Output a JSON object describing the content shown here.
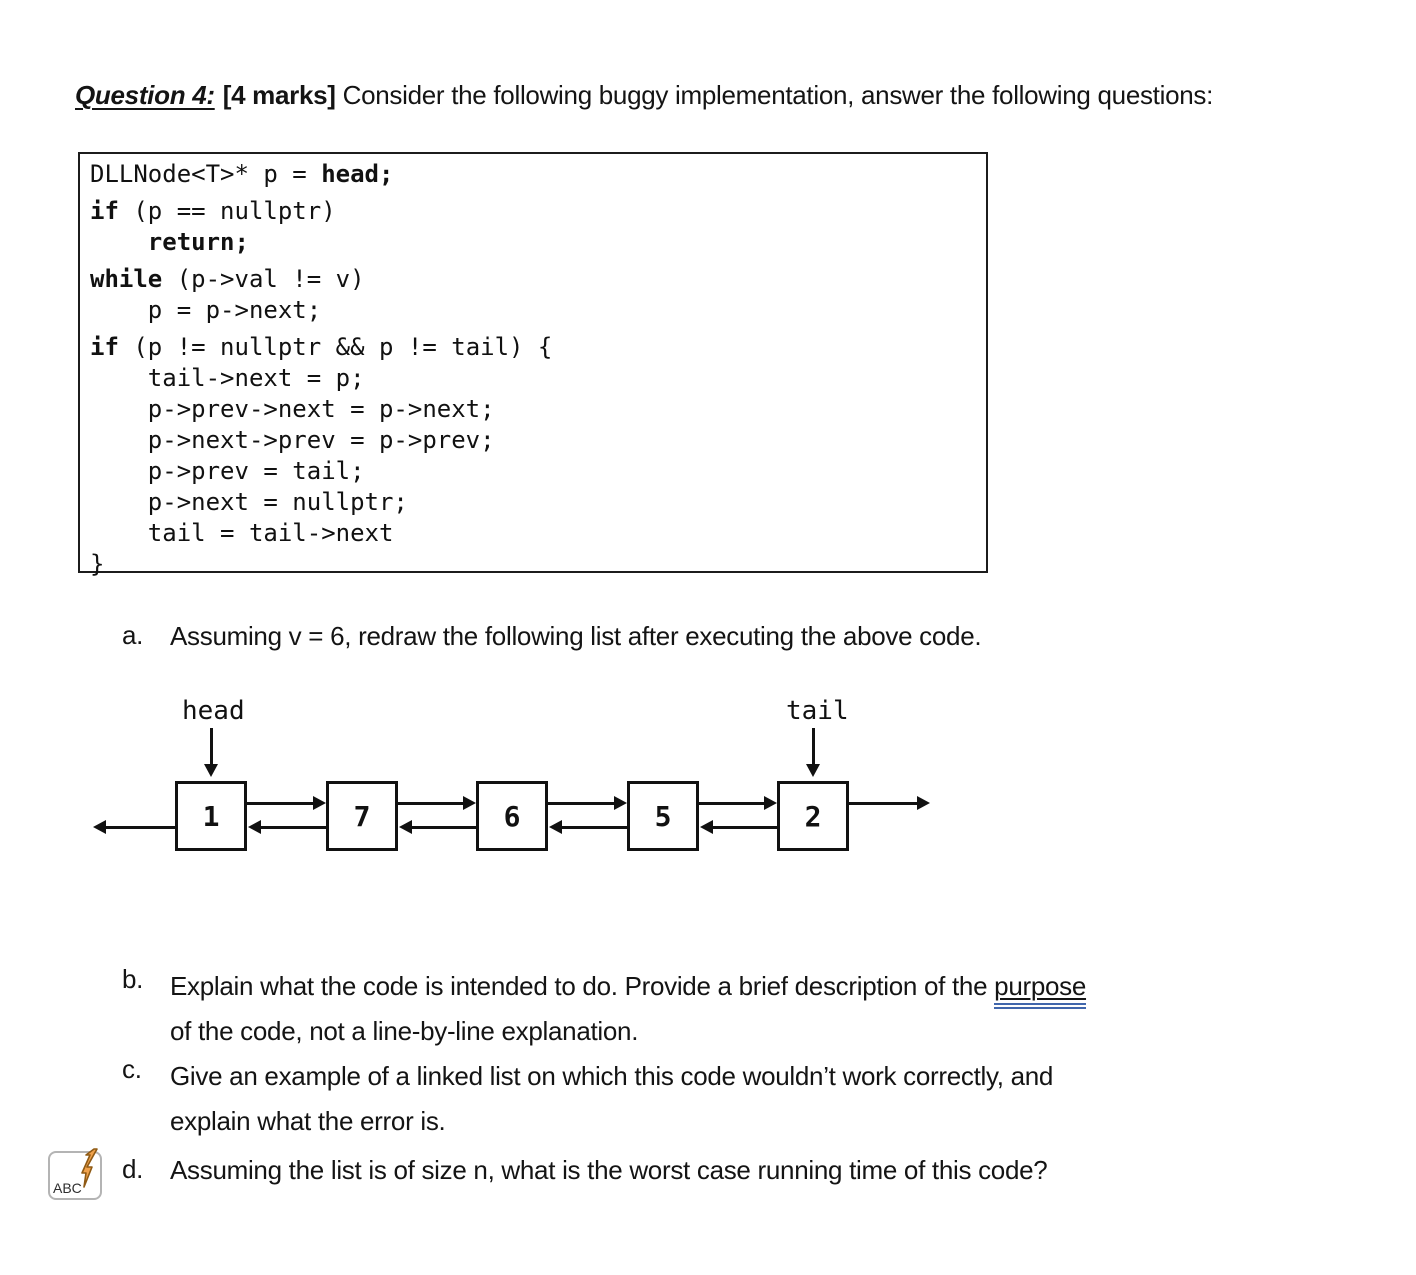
{
  "heading": {
    "title": "Question 4:",
    "marks": "[4 marks]",
    "text": "Consider the following buggy implementation, answer the following questions:"
  },
  "code": {
    "line1_pre": "DLLNode<T>* p = ",
    "line1_bold": "head;",
    "line2_kw": "if",
    "line2_rest": " (p == nullptr)",
    "line3": "    return;",
    "line4_kw": "while",
    "line4_rest": " (p->val != v)",
    "line5": "    p = p->next;",
    "line6_kw": "if",
    "line6_rest": " (p != nullptr && p != tail) {",
    "line7": "    tail->next = p;",
    "line8": "    p->prev->next = p->next;",
    "line9": "    p->next->prev = p->prev;",
    "line10": "    p->prev = tail;",
    "line11": "    p->next = nullptr;",
    "line12": "    tail = tail->next",
    "line13": "}"
  },
  "items": {
    "a_label": "a.",
    "a_text": "Assuming v = 6, redraw the following list after executing the above code.",
    "b_label": "b.",
    "b_text_1": "Explain what the code is intended to do. Provide a brief description of the ",
    "b_underlined": "purpose",
    "b_text_2": "of the code, not a line-by-line explanation.",
    "c_label": "c.",
    "c_text_1": "Give an example of a linked list on which this code wouldn’t work correctly, and",
    "c_text_2": "explain what the error is.",
    "d_label": "d.",
    "d_text": "Assuming the list is of size n, what is the worst case running time of this code?"
  },
  "diagram": {
    "head_label": "head",
    "tail_label": "tail",
    "nodes": [
      "1",
      "7",
      "6",
      "5",
      "2"
    ]
  },
  "icon": {
    "label": "ABC"
  },
  "colors": {
    "grammar_underline": "#4166ac",
    "lightning_fill": "#f0a24c",
    "lightning_outline": "#8f5a14",
    "diagram_ink": "#111111"
  }
}
